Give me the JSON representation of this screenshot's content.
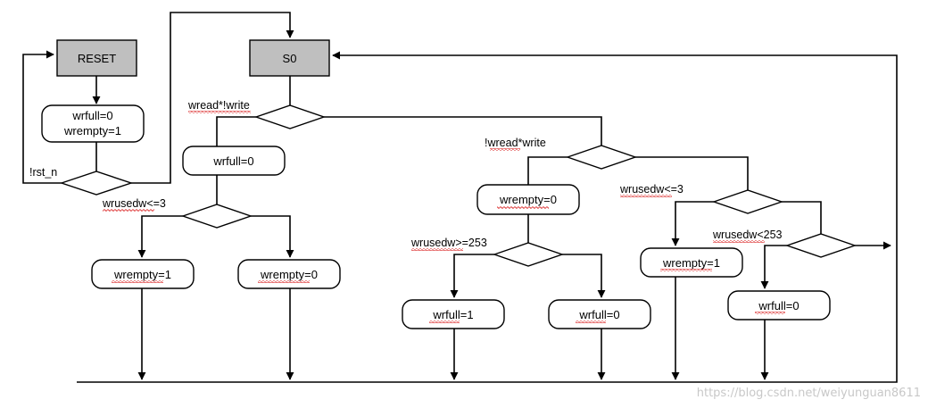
{
  "states": {
    "reset": "RESET",
    "s0": "S0"
  },
  "actions": {
    "reset_init_1": "wrfull=0",
    "reset_init_2": "wrempty=1",
    "read_wrfull": "wrfull=0",
    "read_empty_set": "wrempty=1",
    "read_empty_clear": "wrempty=0",
    "write_wrempty": "wrempty=0",
    "write_full_set": "wrfull=1",
    "write_full_clear": "wrfull=0",
    "both_wrempty": "wrempty=1",
    "both_wrfull": "wrfull=0"
  },
  "conditions": {
    "rst_n": "!rst_n",
    "read_only": "wread*!write",
    "read_usedw": "wrusedw<=3",
    "write_only": "!wread*write",
    "write_usedw": "wrusedw>=253",
    "both_usedw_low": "wrusedw<=3",
    "both_usedw_high": "wrusedw<253"
  },
  "watermark": "https://blog.csdn.net/weiyunguan8611"
}
